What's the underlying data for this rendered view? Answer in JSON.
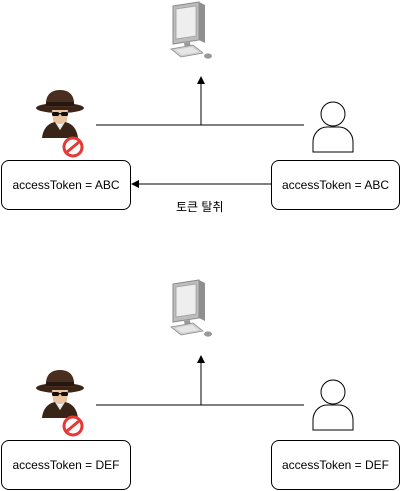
{
  "scenario_1": {
    "hacker_token_box": "accessToken = ABC",
    "user_token_box": "accessToken = ABC",
    "arrow_label": "토큰 탈취"
  },
  "scenario_2": {
    "hacker_token_box": "accessToken = DEF",
    "user_token_box": "accessToken = DEF"
  },
  "icons": {
    "server": "computer-icon",
    "attacker": "hacker-icon",
    "user": "user-icon",
    "blocked": "no-entry-icon"
  },
  "colors": {
    "line": "#000000",
    "monitor": "#9E9E9E",
    "hacker_hat": "#3A2418",
    "hacker_face": "#E8C39E",
    "blocked_badge": "#E53935"
  }
}
